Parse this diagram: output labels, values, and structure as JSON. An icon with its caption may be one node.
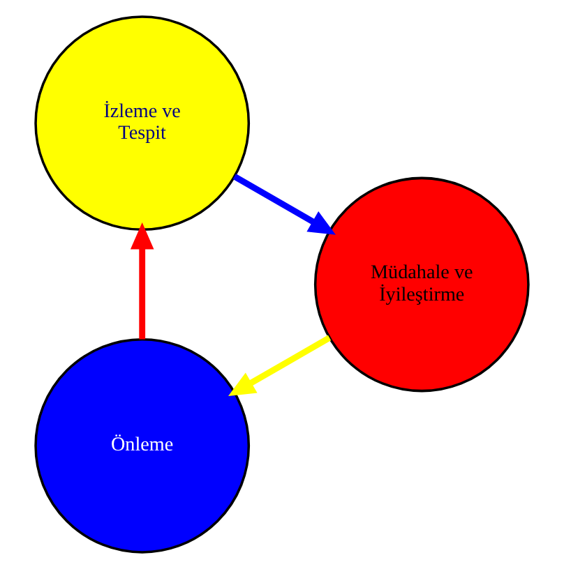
{
  "diagram": {
    "nodes": [
      {
        "text": [
          "Önleme"
        ]
      },
      {
        "text": [
          "İzleme ve Tespit"
        ]
      },
      {
        "text": [
          "Müdahale ve İyileştirme"
        ]
      }
    ],
    "edges": [
      {
        "from": 0,
        "to": 1,
        "arrow": "to",
        "color": "#ff0000"
      },
      {
        "from": 1,
        "to": 2,
        "arrow": "to",
        "color": "#0000ff"
      },
      {
        "from": 2,
        "to": 0,
        "arrow": "to",
        "color": "#ffff00"
      }
    ]
  }
}
